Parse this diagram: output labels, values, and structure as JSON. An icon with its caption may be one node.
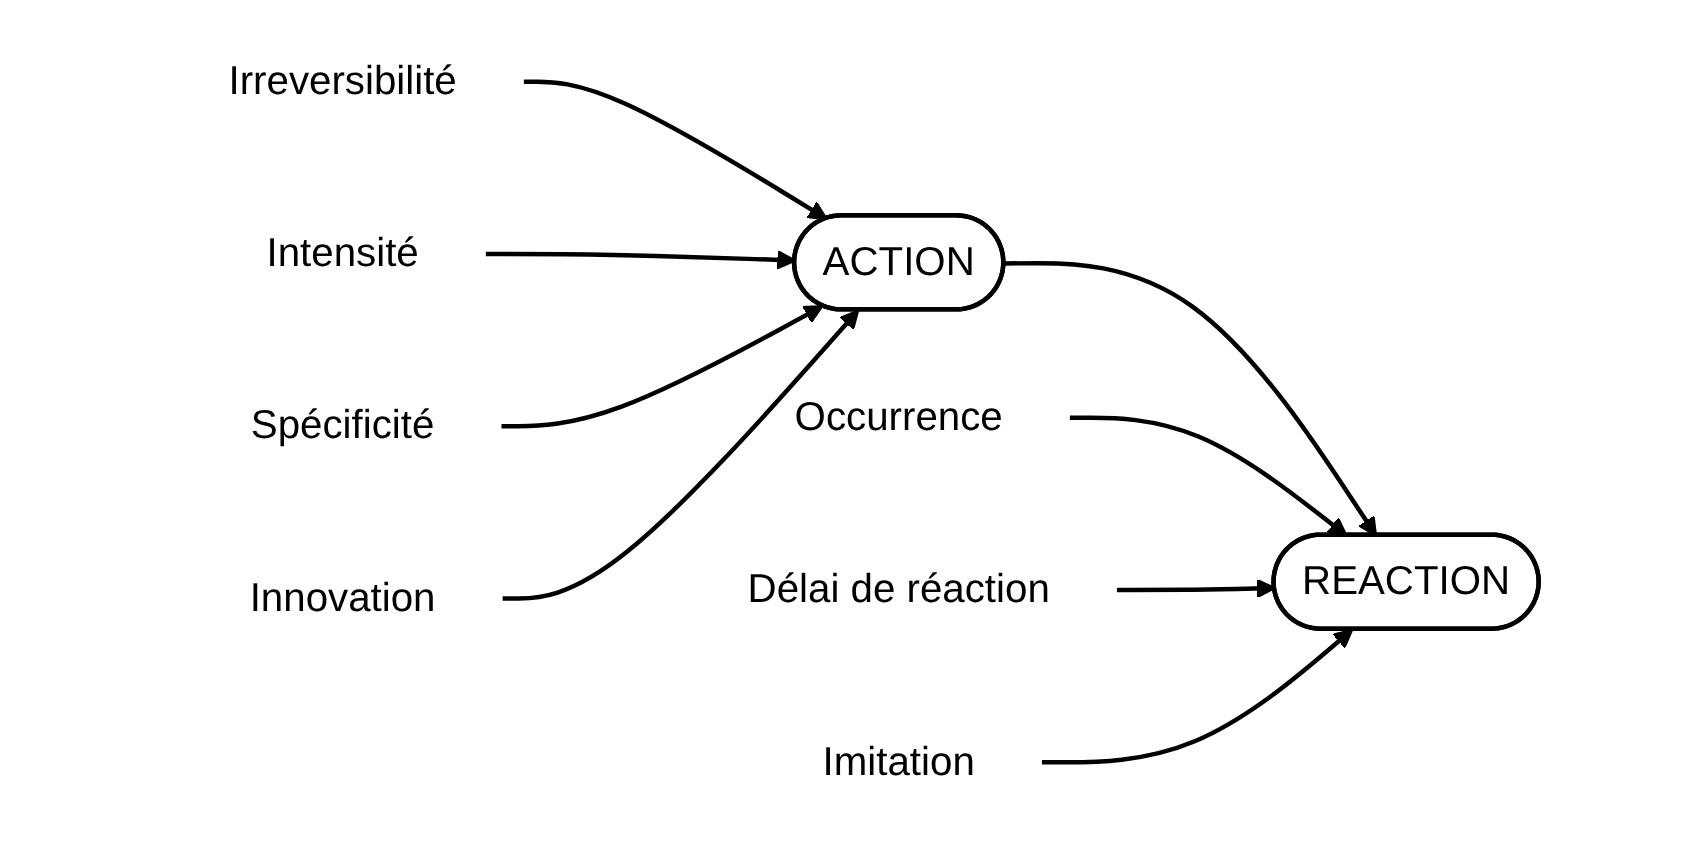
{
  "diagram": {
    "nodes": [
      {
        "text": [
          "Irreversibilité"
        ]
      },
      {
        "text": [
          "Intensité"
        ]
      },
      {
        "text": [
          "Spécificité"
        ]
      },
      {
        "text": [
          "Innovation"
        ]
      },
      {
        "text": [
          "ACTION"
        ]
      },
      {
        "text": [
          "REACTION"
        ]
      },
      {
        "text": [
          "Occurrence"
        ]
      },
      {
        "text": [
          "Délai de réaction"
        ]
      },
      {
        "text": [
          "Imitation"
        ]
      }
    ],
    "edges": [
      {
        "from": 0,
        "to": 4,
        "arrow": "to"
      },
      {
        "from": 1,
        "to": 4,
        "arrow": "to"
      },
      {
        "from": 2,
        "to": 4,
        "arrow": "to"
      },
      {
        "from": 3,
        "to": 4,
        "arrow": "to"
      },
      {
        "from": 4,
        "to": 5,
        "arrow": "to"
      },
      {
        "from": 6,
        "to": 5,
        "arrow": "to"
      },
      {
        "from": 7,
        "to": 5,
        "arrow": "to"
      },
      {
        "from": 8,
        "to": 5,
        "arrow": "to"
      }
    ]
  }
}
